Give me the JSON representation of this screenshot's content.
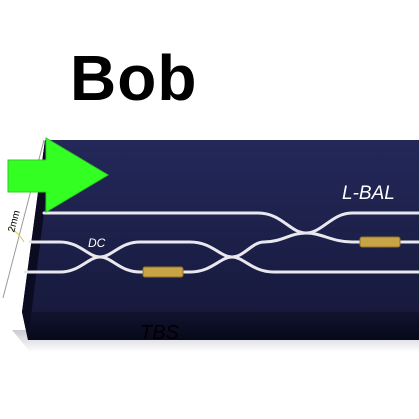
{
  "title": "Bob",
  "labels": {
    "l_bal": "L-BAL",
    "dc": "DC",
    "tbs": "TBS",
    "dimension": "2mm"
  },
  "colors": {
    "chip": "#1c1f48",
    "chip_side": "#0e0f26",
    "waveguide": "#e8e8ee",
    "heater": "#c9a447",
    "arrow": "#33ff22",
    "title": "#000000",
    "label_light": "#ffffff",
    "label_dark": "#000000"
  }
}
